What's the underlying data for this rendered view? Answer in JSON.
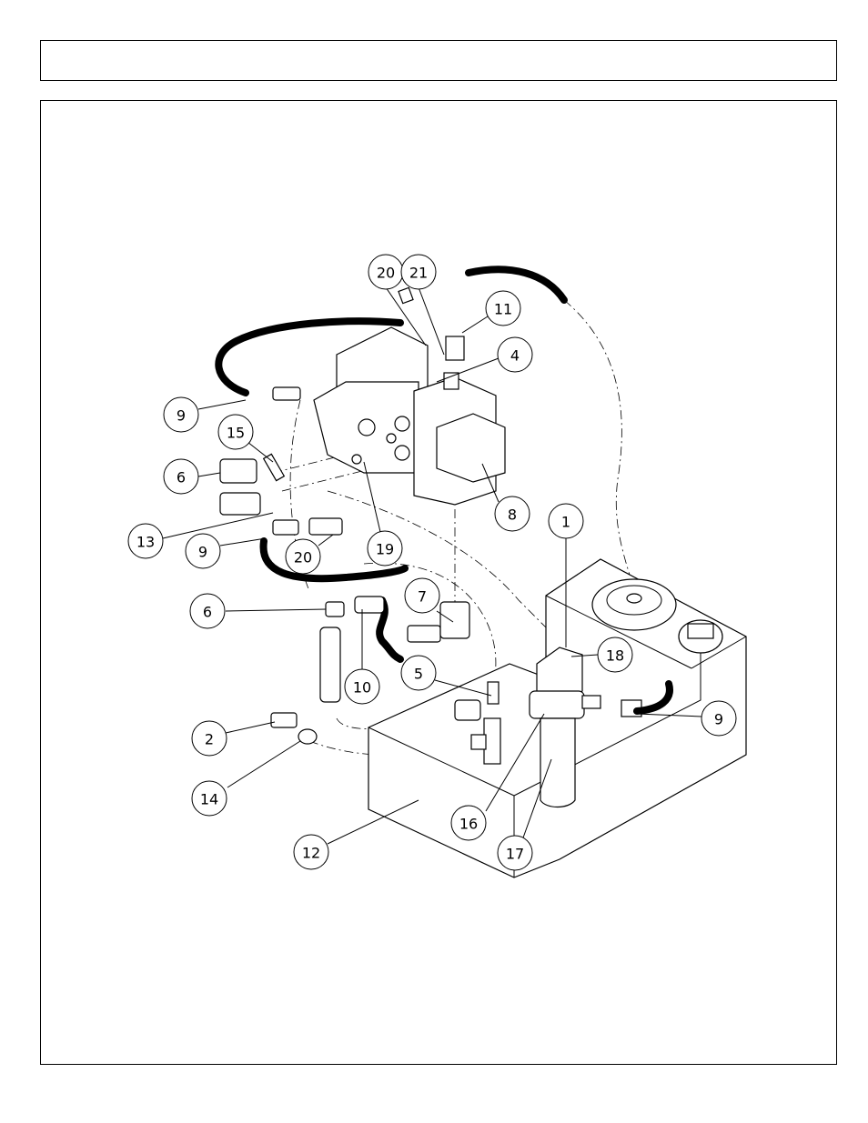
{
  "header": {
    "title": ""
  },
  "diagram": {
    "callouts": [
      {
        "id": "c-20a",
        "label": "20"
      },
      {
        "id": "c-21",
        "label": "21"
      },
      {
        "id": "c-11",
        "label": "11"
      },
      {
        "id": "c-4",
        "label": "4"
      },
      {
        "id": "c-9a",
        "label": "9"
      },
      {
        "id": "c-15",
        "label": "15"
      },
      {
        "id": "c-6a",
        "label": "6"
      },
      {
        "id": "c-8",
        "label": "8"
      },
      {
        "id": "c-1",
        "label": "1"
      },
      {
        "id": "c-13",
        "label": "13"
      },
      {
        "id": "c-9b",
        "label": "9"
      },
      {
        "id": "c-20b",
        "label": "20"
      },
      {
        "id": "c-19",
        "label": "19"
      },
      {
        "id": "c-7",
        "label": "7"
      },
      {
        "id": "c-6b",
        "label": "6"
      },
      {
        "id": "c-18",
        "label": "18"
      },
      {
        "id": "c-10",
        "label": "10"
      },
      {
        "id": "c-5",
        "label": "5"
      },
      {
        "id": "c-9c",
        "label": "9"
      },
      {
        "id": "c-2",
        "label": "2"
      },
      {
        "id": "c-14",
        "label": "14"
      },
      {
        "id": "c-16",
        "label": "16"
      },
      {
        "id": "c-12",
        "label": "12"
      },
      {
        "id": "c-17",
        "label": "17"
      }
    ]
  }
}
